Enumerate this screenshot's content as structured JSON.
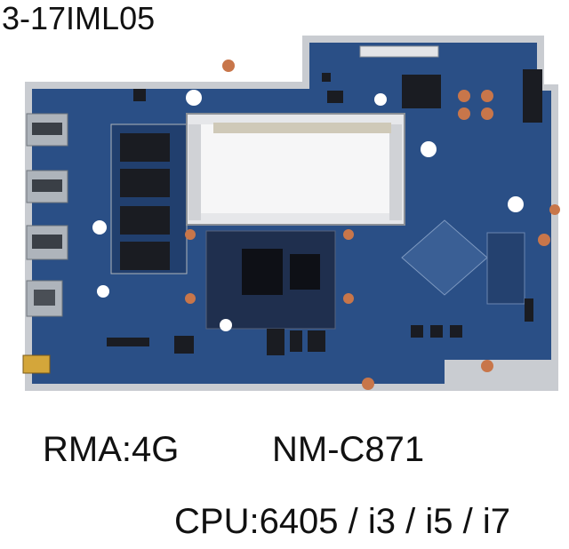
{
  "captions": {
    "model": "3-17IML05",
    "rma": "RMA:4G",
    "board_id": "NM-C871",
    "cpu": "CPU:6405 / i3 / i5 / i7"
  },
  "colors": {
    "pcb_blue": "#2a4f86",
    "pcb_edge": "#c9ccd1",
    "chip_black": "#1a1c22",
    "copper": "#c8764a",
    "port_metal": "#aeb4bb",
    "background": "#ffffff"
  }
}
